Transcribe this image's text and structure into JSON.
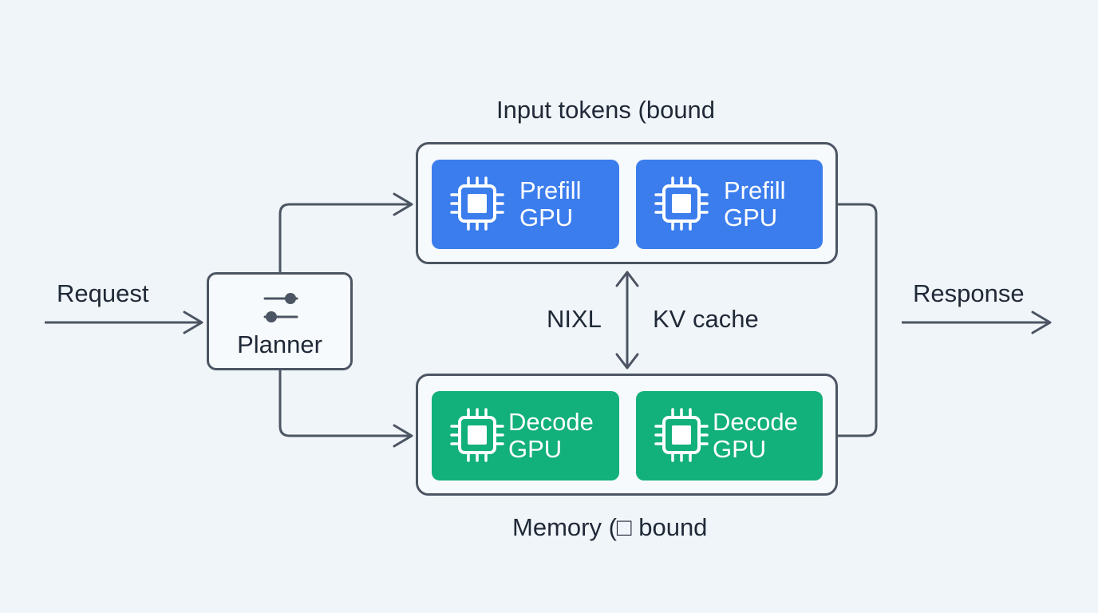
{
  "request_label": "Request",
  "response_label": "Response",
  "planner": {
    "label": "Planner",
    "icon": "sliders-icon"
  },
  "prefill_group": {
    "title": "Input tokens (bound",
    "gpus": [
      {
        "line1": "Prefill",
        "line2": "GPU",
        "icon": "chip-icon"
      },
      {
        "line1": "Prefill",
        "line2": "GPU",
        "icon": "chip-icon"
      }
    ]
  },
  "decode_group": {
    "title": "Memory (□ bound",
    "gpus": [
      {
        "line1": "Decode",
        "line2": "GPU",
        "icon": "chip-icon"
      },
      {
        "line1": "Decode",
        "line2": "GPU",
        "icon": "chip-icon"
      }
    ]
  },
  "transfer": {
    "left_label": "NIXL",
    "right_label": "KV cache"
  },
  "colors": {
    "background": "#f0f5f9",
    "stroke": "#4b5563",
    "prefill": "#3b7ded",
    "decode": "#12b07a",
    "text": "#1f2937"
  }
}
